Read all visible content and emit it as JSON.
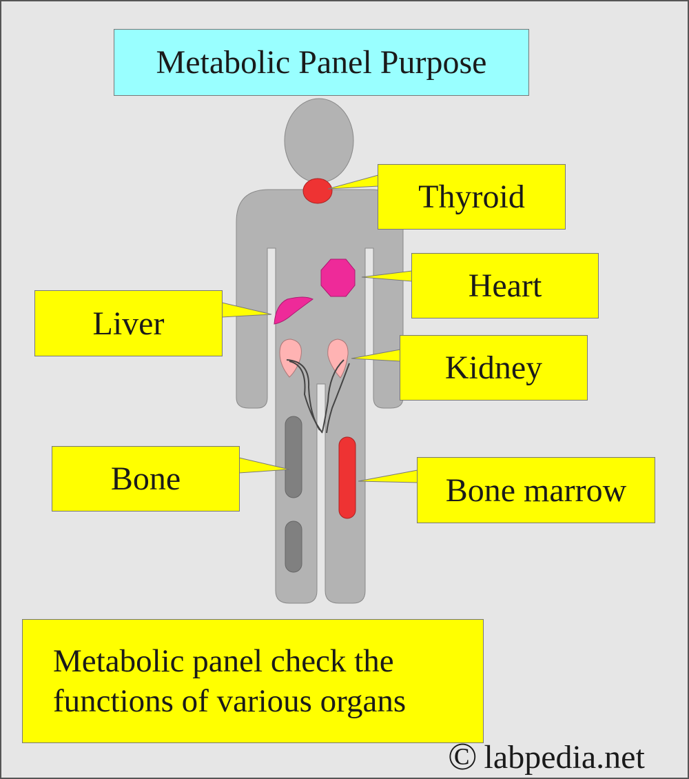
{
  "title": "Metabolic Panel Purpose",
  "labels": {
    "thyroid": "Thyroid",
    "heart": "Heart",
    "liver": "Liver",
    "kidney": "Kidney",
    "bone": "Bone",
    "bone_marrow": "Bone marrow"
  },
  "caption": {
    "line1": "Metabolic panel check the",
    "line2": "functions of various organs"
  },
  "copyright": {
    "symbol": "©",
    "text": "labpedia.net"
  },
  "colors": {
    "background": "#e6e6e6",
    "title_box": "#99ffff",
    "label_box": "#ffff00",
    "body": "#b3b3b3",
    "thyroid": "#ee3333",
    "heart": "#ee2a99",
    "liver": "#ee2a99",
    "kidney": "#ffb3b3",
    "bone": "#808080",
    "bone_marrow": "#ee3333"
  },
  "icons": {
    "copyright": "copyright-icon"
  }
}
